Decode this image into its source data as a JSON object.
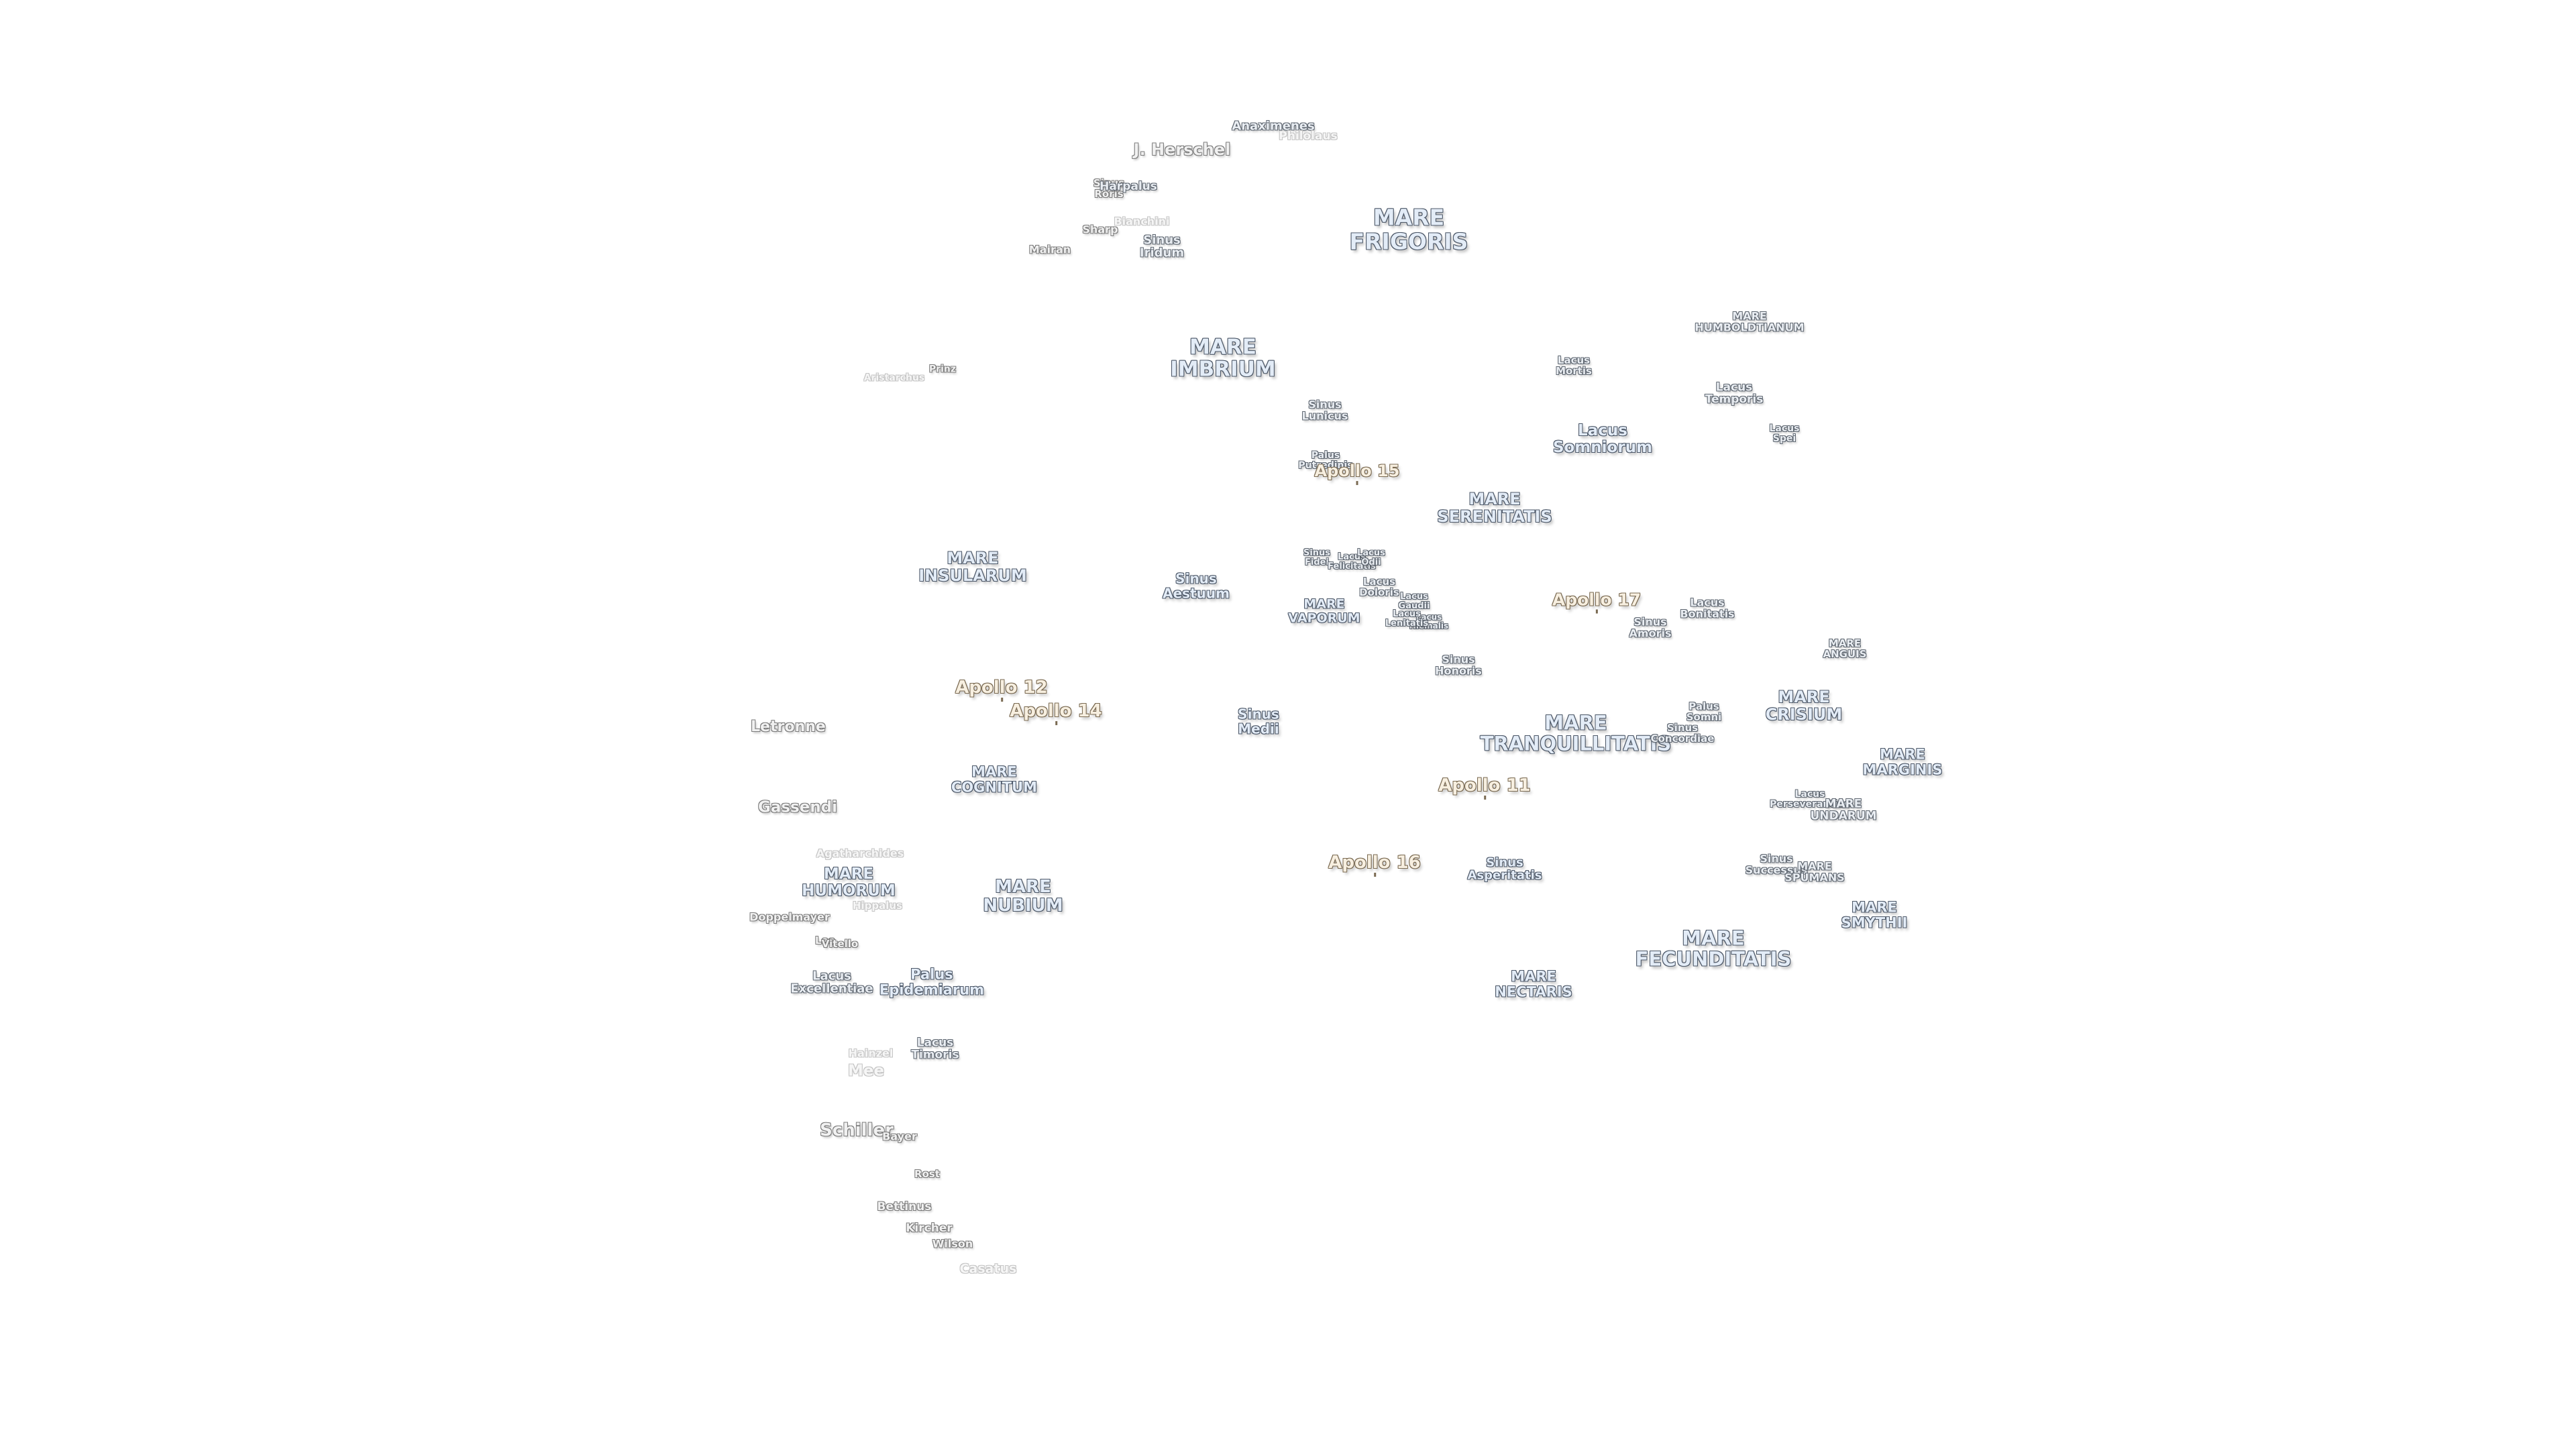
{
  "map": {
    "background_color": "#ffffff",
    "colors": {
      "mare_text": "#e3ecf7",
      "mare_outline": "#4d5868",
      "apollo_text": "#f7efe0",
      "apollo_outline": "#7a6a52",
      "crater_outline": "#7b7b7b"
    },
    "labels": [
      {
        "text": "Anaximenes",
        "kind": "minor",
        "size": 18
      },
      {
        "text": "Philolaus",
        "kind": "faint",
        "size": 17
      },
      {
        "text": "J. Herschel",
        "kind": "crater",
        "size": 24
      },
      {
        "text": "Sinus\nRoris",
        "kind": "crater",
        "size": 15
      },
      {
        "text": "Harpalus",
        "kind": "minor",
        "size": 17
      },
      {
        "text": "Bianchini",
        "kind": "faint",
        "size": 16
      },
      {
        "text": "Sharp",
        "kind": "crater",
        "size": 16
      },
      {
        "text": "Sinus\nIridum",
        "kind": "minor",
        "size": 18
      },
      {
        "text": "Mairan",
        "kind": "crater",
        "size": 16
      },
      {
        "text": "MARE\nFRIGORIS",
        "kind": "mare",
        "size": 33
      },
      {
        "text": "MARE\nHUMBOLDTIANUM",
        "kind": "minor",
        "size": 16
      },
      {
        "text": "MARE\nIMBRIUM",
        "kind": "mare",
        "size": 31
      },
      {
        "text": "Lacus\nMortis",
        "kind": "minor",
        "size": 15
      },
      {
        "text": "Lacus\nTemporis",
        "kind": "minor",
        "size": 17
      },
      {
        "text": "Lacus\nSpei",
        "kind": "minor",
        "size": 14
      },
      {
        "text": "Aristarchus",
        "kind": "faint",
        "size": 14
      },
      {
        "text": "Prinz",
        "kind": "crater",
        "size": 14
      },
      {
        "text": "Sinus\nLunicus",
        "kind": "minor",
        "size": 16
      },
      {
        "text": "Lacus\nSomniorum",
        "kind": "mare",
        "size": 23
      },
      {
        "text": "Palus\nPutredinis",
        "kind": "minor",
        "size": 14
      },
      {
        "text": "Apollo 15",
        "kind": "apollo",
        "size": 24
      },
      {
        "text": "MARE\nSERENITATIS",
        "kind": "mare",
        "size": 24
      },
      {
        "text": "MARE\nINSULARUM",
        "kind": "mare",
        "size": 24
      },
      {
        "text": "Sinus\nFidei",
        "kind": "minor",
        "size": 13
      },
      {
        "text": "Lacus\nFelicitatis",
        "kind": "minor",
        "size": 13
      },
      {
        "text": "Lacus\nOdii",
        "kind": "minor",
        "size": 13
      },
      {
        "text": "Sinus\nAestuum",
        "kind": "mare",
        "size": 20
      },
      {
        "text": "Lacus\nDoloris",
        "kind": "minor",
        "size": 15
      },
      {
        "text": "Lacus\nGaudii",
        "kind": "minor",
        "size": 13
      },
      {
        "text": "MARE\nVAPORUM",
        "kind": "mare",
        "size": 19
      },
      {
        "text": "Lacus\nHiemalis",
        "kind": "minor",
        "size": 12
      },
      {
        "text": "Lacus\nLenitatis",
        "kind": "minor",
        "size": 13
      },
      {
        "text": "Apollo 17",
        "kind": "apollo",
        "size": 25
      },
      {
        "text": "Lacus\nBonitatis",
        "kind": "minor",
        "size": 16
      },
      {
        "text": "Sinus\nAmoris",
        "kind": "minor",
        "size": 16
      },
      {
        "text": "MARE\nANGUIS",
        "kind": "minor",
        "size": 15
      },
      {
        "text": "Sinus\nHonoris",
        "kind": "minor",
        "size": 16
      },
      {
        "text": "Apollo 12",
        "kind": "apollo",
        "size": 26
      },
      {
        "text": "Apollo 14",
        "kind": "apollo",
        "size": 26
      },
      {
        "text": "Palus\nSomni",
        "kind": "minor",
        "size": 15
      },
      {
        "text": "MARE\nCRISIUM",
        "kind": "mare",
        "size": 24
      },
      {
        "text": "Sinus\nMedii",
        "kind": "mare",
        "size": 20
      },
      {
        "text": "MARE\nTRANQUILLITATIS",
        "kind": "mare",
        "size": 29
      },
      {
        "text": "Sinus\nConcordiae",
        "kind": "minor",
        "size": 15
      },
      {
        "text": "Letronne",
        "kind": "crater",
        "size": 22
      },
      {
        "text": "MARE\nMARGINIS",
        "kind": "mare",
        "size": 21
      },
      {
        "text": "MARE\nCOGNITUM",
        "kind": "mare",
        "size": 21
      },
      {
        "text": "Apollo 11",
        "kind": "apollo",
        "size": 26
      },
      {
        "text": "Lacus\nPerseverantiae",
        "kind": "minor",
        "size": 14
      },
      {
        "text": "MARE\nUNDARUM",
        "kind": "minor",
        "size": 17
      },
      {
        "text": "Gassendi",
        "kind": "crater",
        "size": 23
      },
      {
        "text": "Agatharchides",
        "kind": "faint",
        "size": 16
      },
      {
        "text": "Apollo 16",
        "kind": "apollo",
        "size": 26
      },
      {
        "text": "Sinus\nAsperitatis",
        "kind": "mare",
        "size": 18
      },
      {
        "text": "Sinus\nSuccessus",
        "kind": "minor",
        "size": 16
      },
      {
        "text": "MARE\nSPUMANS",
        "kind": "minor",
        "size": 16
      },
      {
        "text": "MARE\nHUMORUM",
        "kind": "mare",
        "size": 23
      },
      {
        "text": "MARE\nNUBIUM",
        "kind": "mare",
        "size": 26
      },
      {
        "text": "Hippalus",
        "kind": "faint",
        "size": 15
      },
      {
        "text": "Doppelmayer",
        "kind": "crater",
        "size": 16
      },
      {
        "text": "MARE\nSMYTHII",
        "kind": "mare",
        "size": 21
      },
      {
        "text": "Lee",
        "kind": "crater",
        "size": 15
      },
      {
        "text": "Vitello",
        "kind": "crater",
        "size": 15
      },
      {
        "text": "MARE\nFECUNDITATIS",
        "kind": "mare",
        "size": 29
      },
      {
        "text": "Lacus\nExcellentiae",
        "kind": "minor",
        "size": 18
      },
      {
        "text": "Palus\nEpidemiarum",
        "kind": "mare",
        "size": 21
      },
      {
        "text": "MARE\nNECTARIS",
        "kind": "mare",
        "size": 21
      },
      {
        "text": "Hainzel",
        "kind": "faint",
        "size": 16
      },
      {
        "text": "Lacus\nTimoris",
        "kind": "minor",
        "size": 17
      },
      {
        "text": "Mee",
        "kind": "faint",
        "size": 23
      },
      {
        "text": "Schiller",
        "kind": "crater",
        "size": 26
      },
      {
        "text": "Bayer",
        "kind": "crater",
        "size": 16
      },
      {
        "text": "Rost",
        "kind": "crater",
        "size": 15
      },
      {
        "text": "Bettinus",
        "kind": "crater",
        "size": 17
      },
      {
        "text": "Kircher",
        "kind": "crater",
        "size": 17
      },
      {
        "text": "Wilson",
        "kind": "crater",
        "size": 16
      },
      {
        "text": "Casatus",
        "kind": "faint",
        "size": 19
      }
    ]
  }
}
